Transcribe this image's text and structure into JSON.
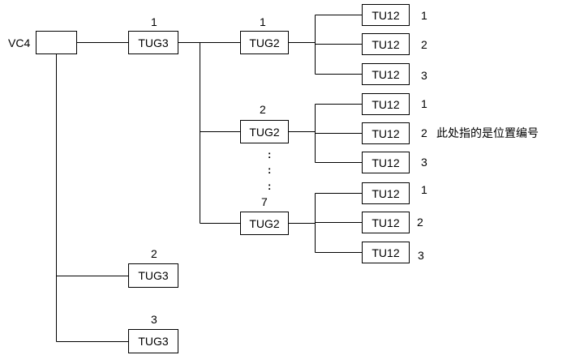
{
  "vc4": {
    "label": "VC4"
  },
  "tug3": [
    {
      "label": "TUG3",
      "index": "1"
    },
    {
      "label": "TUG3",
      "index": "2"
    },
    {
      "label": "TUG3",
      "index": "3"
    }
  ],
  "tug2": [
    {
      "label": "TUG2",
      "index": "1"
    },
    {
      "label": "TUG2",
      "index": "2"
    },
    {
      "label": "TUG2",
      "index": "7"
    }
  ],
  "tu12_groups": [
    {
      "items": [
        {
          "label": "TU12",
          "index": "1"
        },
        {
          "label": "TU12",
          "index": "2"
        },
        {
          "label": "TU12",
          "index": "3"
        }
      ]
    },
    {
      "items": [
        {
          "label": "TU12",
          "index": "1"
        },
        {
          "label": "TU12",
          "index": "2"
        },
        {
          "label": "TU12",
          "index": "3"
        }
      ]
    },
    {
      "items": [
        {
          "label": "TU12",
          "index": "1"
        },
        {
          "label": "TU12",
          "index": "2"
        },
        {
          "label": "TU12",
          "index": "3"
        }
      ]
    }
  ],
  "ellipsis": ":",
  "annotation": "此处指的是位置编号"
}
